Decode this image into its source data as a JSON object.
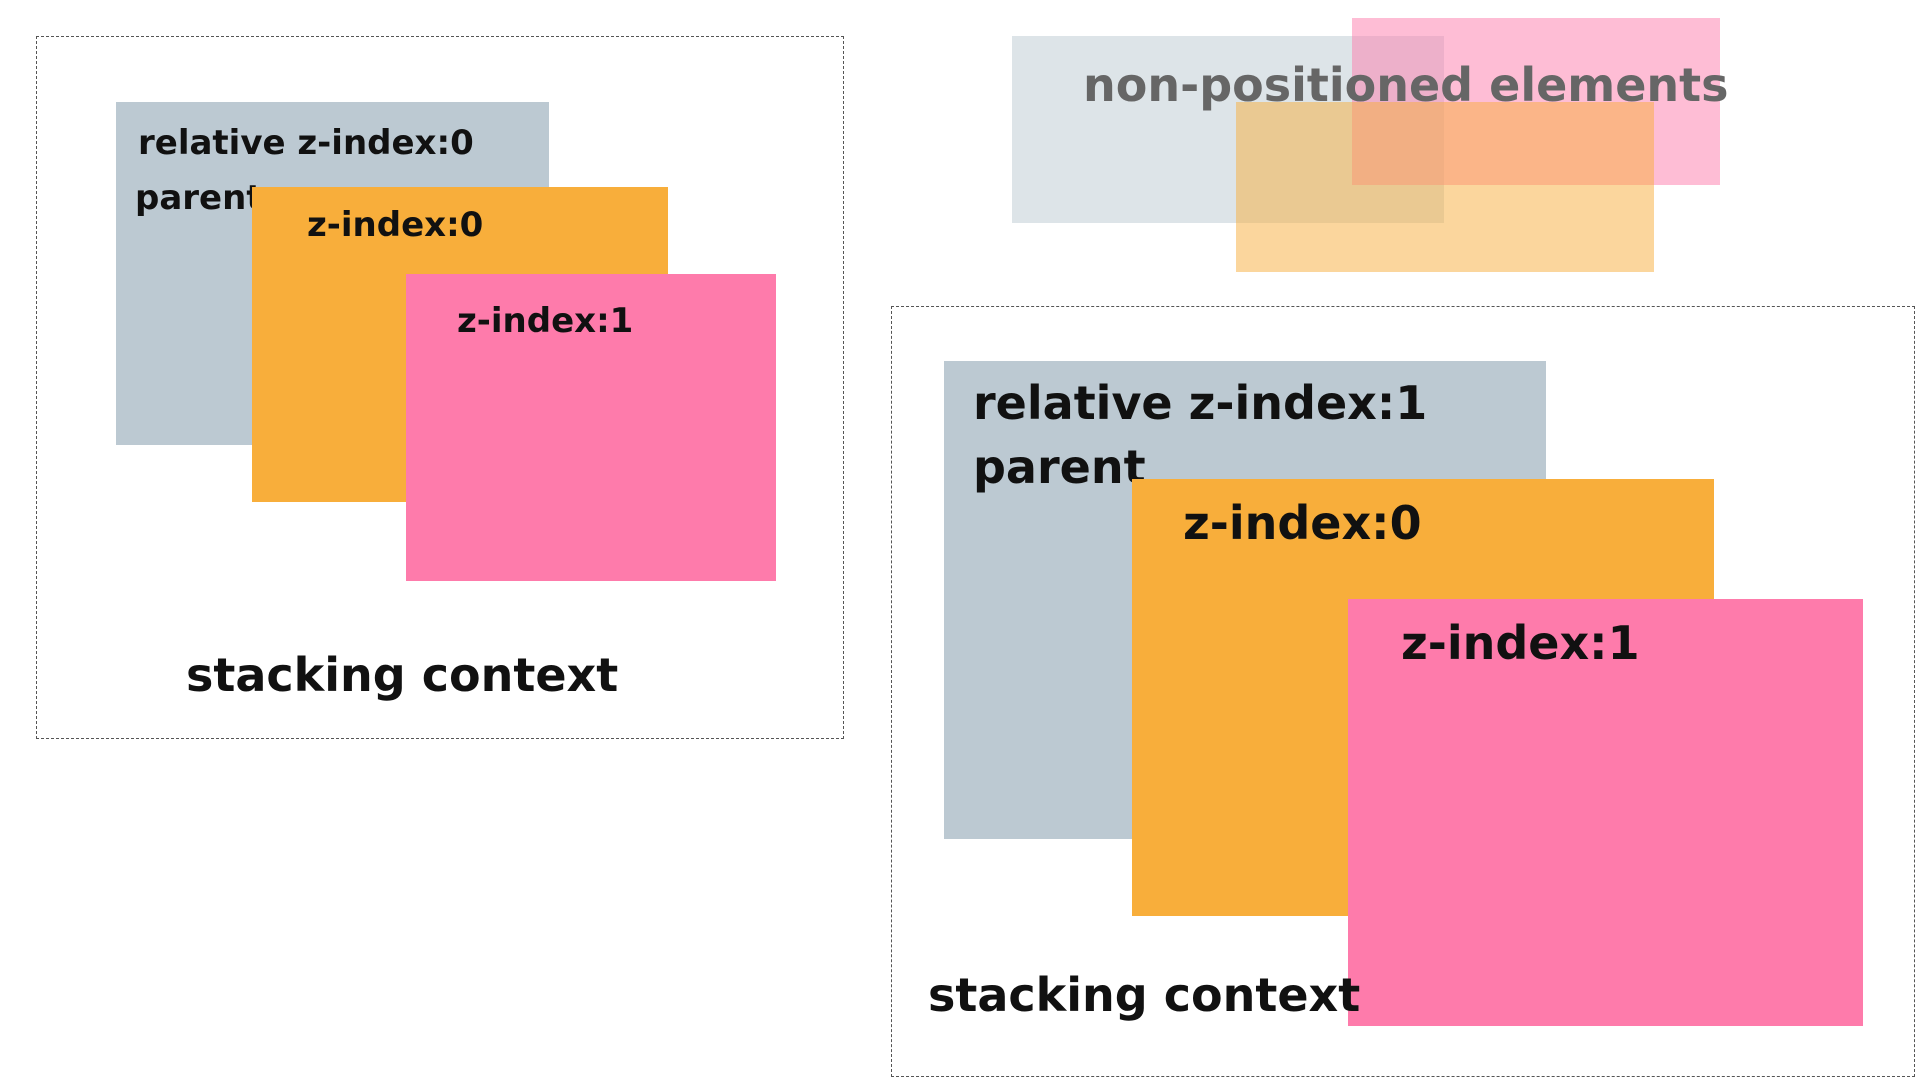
{
  "colors": {
    "parent": "#bcc9d2",
    "child_zero": "#f8ae3b",
    "child_one": "#fe7bab",
    "border": "#555555"
  },
  "left_context": {
    "parent_label": "relative z-index:0",
    "parent_sub": "parent",
    "child_zero_label": "z-index:0",
    "child_one_label": "z-index:1",
    "caption": "stacking context"
  },
  "non_positioned": {
    "label": "non-positioned elements"
  },
  "right_context": {
    "parent_label": "relative z-index:1",
    "parent_sub": "parent",
    "child_zero_label": "z-index:0",
    "child_one_label": "z-index:1",
    "caption": "stacking context"
  }
}
